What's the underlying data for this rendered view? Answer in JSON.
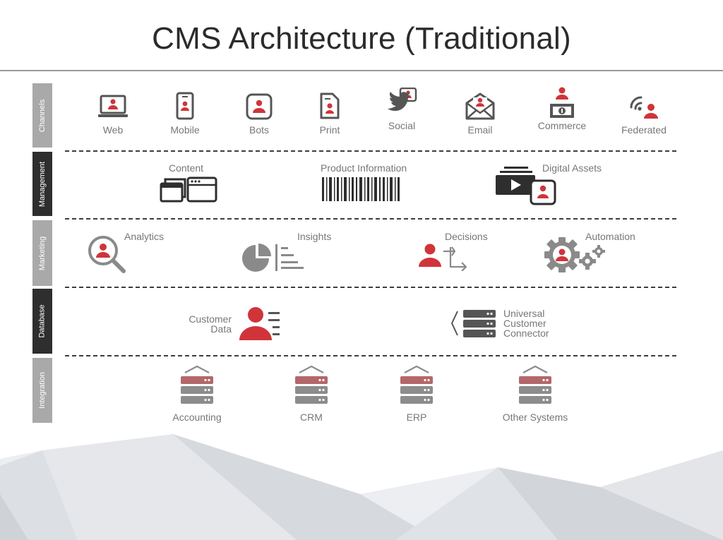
{
  "title": "CMS Architecture (Traditional)",
  "colors": {
    "accent": "#d0343a",
    "icon": "#555555",
    "tab_grey": "#a9a9a9",
    "tab_dark": "#2e2e2e",
    "server": "#8c8c8c",
    "server_top": "#b3676a"
  },
  "rows": {
    "channels": {
      "label": "Channels",
      "items": [
        {
          "label": "Web",
          "icon": "laptop-icon"
        },
        {
          "label": "Mobile",
          "icon": "phone-icon"
        },
        {
          "label": "Bots",
          "icon": "bot-icon"
        },
        {
          "label": "Print",
          "icon": "document-icon"
        },
        {
          "label": "Social",
          "icon": "twitter-icon"
        },
        {
          "label": "Email",
          "icon": "envelope-icon"
        },
        {
          "label": "Commerce",
          "icon": "cash-icon"
        },
        {
          "label": "Federated",
          "icon": "signal-icon"
        }
      ]
    },
    "management": {
      "label": "Management",
      "items": [
        {
          "label": "Content",
          "icon": "windows-icon"
        },
        {
          "label": "Product Information",
          "icon": "barcode-icon"
        },
        {
          "label": "Digital Assets",
          "icon": "video-icon"
        }
      ]
    },
    "marketing": {
      "label": "Marketing",
      "items": [
        {
          "label": "Analytics",
          "icon": "magnifier-icon"
        },
        {
          "label": "Insights",
          "icon": "pie-list-icon"
        },
        {
          "label": "Decisions",
          "icon": "person-arrows-icon"
        },
        {
          "label": "Automation",
          "icon": "gears-icon"
        }
      ]
    },
    "database": {
      "label": "Database",
      "customer_data": {
        "line1": "Customer",
        "line2": "Data",
        "icon": "person-list-icon"
      },
      "connector": {
        "line1": "Universal",
        "line2": "Customer",
        "line3": "Connector",
        "icon": "server-stack-icon"
      }
    },
    "integration": {
      "label": "Integration",
      "items": [
        {
          "label": "Accounting",
          "icon": "server-icon"
        },
        {
          "label": "CRM",
          "icon": "server-icon"
        },
        {
          "label": "ERP",
          "icon": "server-icon"
        },
        {
          "label": "Other Systems",
          "icon": "server-icon"
        }
      ]
    }
  }
}
